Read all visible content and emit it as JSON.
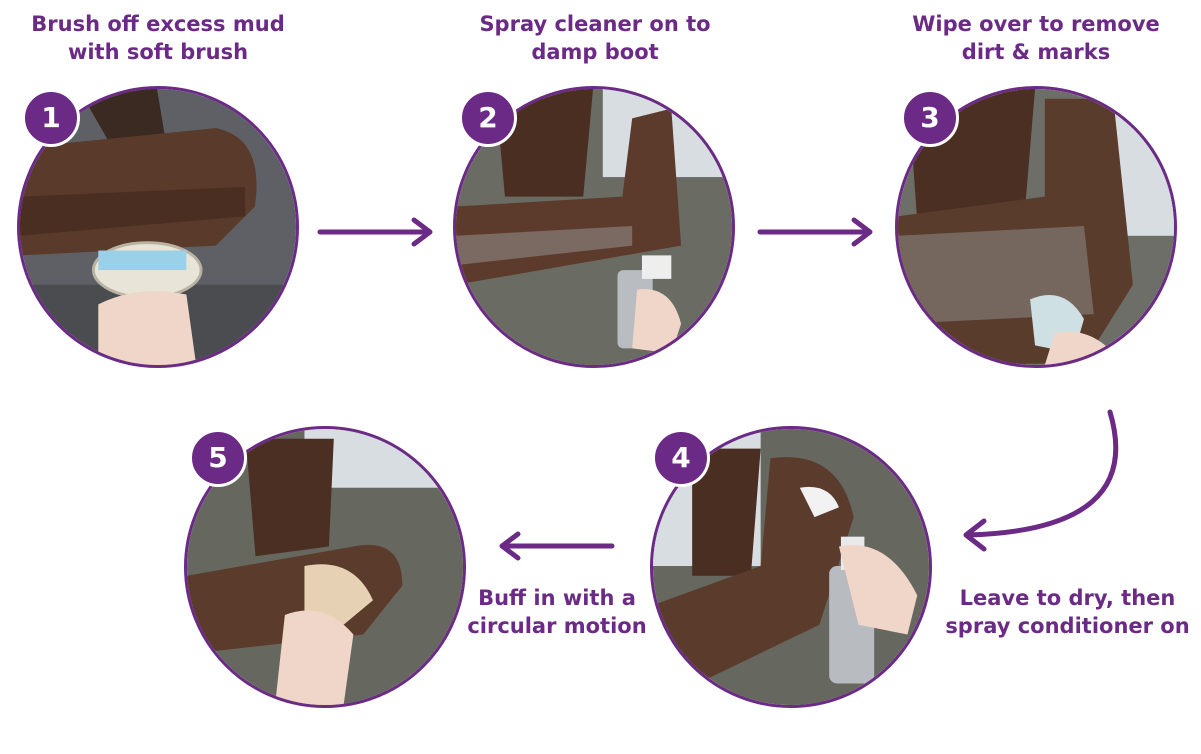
{
  "theme": {
    "accent": "#6b2a86"
  },
  "steps": [
    {
      "number": "1",
      "caption": "Brush off excess mud\nwith soft brush",
      "scene": "boot-brush"
    },
    {
      "number": "2",
      "caption": "Spray cleaner on to\ndamp boot",
      "scene": "boot-spray-cleaner"
    },
    {
      "number": "3",
      "caption": "Wipe over to remove\ndirt & marks",
      "scene": "boot-wipe-cloth"
    },
    {
      "number": "4",
      "caption": "Leave to dry, then\nspray conditioner on",
      "scene": "boot-spray-conditioner"
    },
    {
      "number": "5",
      "caption": "Buff in with a\ncircular motion",
      "scene": "boot-buff-cloth"
    }
  ]
}
